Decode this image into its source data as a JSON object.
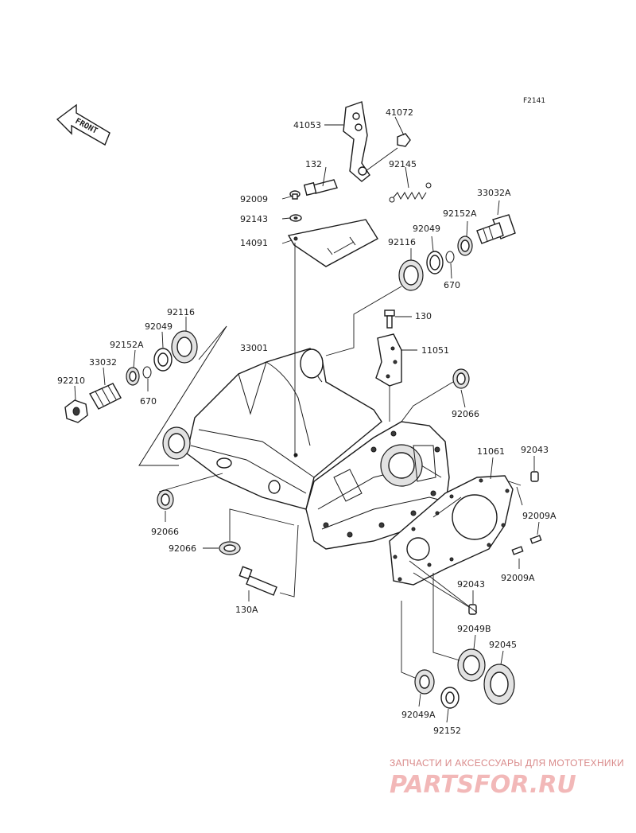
{
  "figure_code": "F2141",
  "front_label": "FRONT",
  "part_labels": {
    "p41053": "41053",
    "p41072": "41072",
    "p132": "132",
    "p92145": "92145",
    "p92009_top": "92009",
    "p33032A": "33032A",
    "p92143": "92143",
    "p92152A_right": "92152A",
    "p14091": "14091",
    "p92049_right": "92049",
    "p92116_right": "92116",
    "p670_right": "670",
    "p130": "130",
    "p11051": "11051",
    "p92116_left": "92116",
    "p92049_left": "92049",
    "p33001": "33001",
    "p92152A_left": "92152A",
    "p33032": "33032",
    "p92210": "92210",
    "p670_left": "670",
    "p92066_right": "92066",
    "p11061": "11061",
    "p92043_top": "92043",
    "p92009A_top": "92009A",
    "p92066_left": "92066",
    "p92066_bottom": "92066",
    "p92009A_bottom": "92009A",
    "p92043_bottom": "92043",
    "p130A": "130A",
    "p92049B": "92049B",
    "p92045": "92045",
    "p92049A": "92049A",
    "p92152": "92152"
  },
  "watermark": {
    "tagline": "ЗАПЧАСТИ И АКСЕССУАРЫ ДЛЯ МОТОТЕХНИКИ",
    "brand": "PARTSFOR.RU"
  }
}
